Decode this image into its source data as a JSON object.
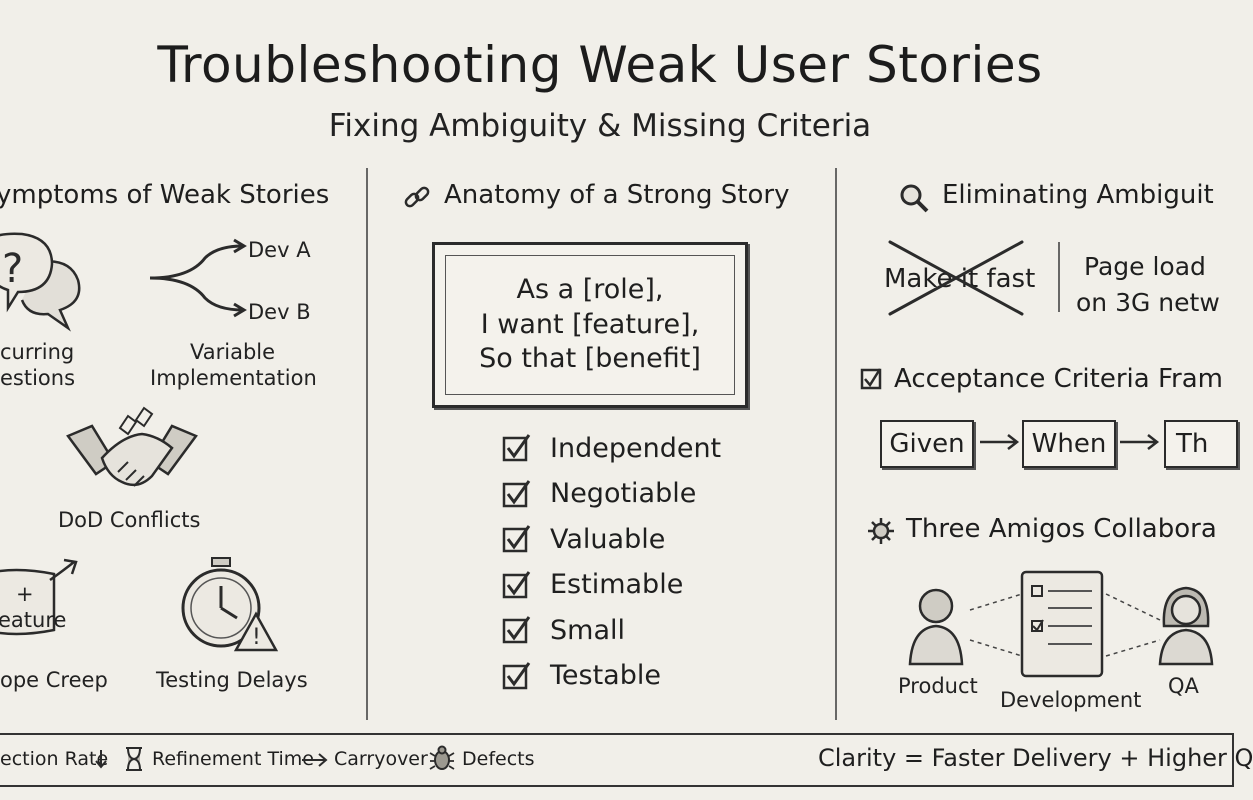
{
  "header": {
    "title": "Troubleshooting Weak User Stories",
    "subtitle": "Fixing Ambiguity & Missing Criteria"
  },
  "symptoms": {
    "heading": "ymptoms of Weak Stories",
    "questions_label_1": "curring",
    "questions_label_2": "estions",
    "dev_a": "Dev A",
    "dev_b": "Dev B",
    "variable_label_1": "Variable",
    "variable_label_2": "Implementation",
    "dod_label": "DoD Conflicts",
    "scope_plus": "+",
    "scope_feature": "eature",
    "scope_label": "ope Creep",
    "testing_label": "Testing Delays"
  },
  "anatomy": {
    "heading": "Anatomy of a Strong Story",
    "story_lines": [
      "As a [role],",
      "I want [feature],",
      "So that [benefit]"
    ],
    "invest": [
      "Independent",
      "Negotiable",
      "Valuable",
      "Estimable",
      "Small",
      "Testable"
    ]
  },
  "ambiguity": {
    "heading": "Eliminating Ambiguit",
    "bad_example": "Make it fast",
    "good_example_1": "Page load",
    "good_example_2": "on 3G netw",
    "ac_heading": "Acceptance Criteria Fram",
    "flow": [
      "Given",
      "When",
      "Th"
    ],
    "amigos_heading": "Three Amigos Collabora",
    "roles": [
      "Product",
      "Development",
      "QA"
    ]
  },
  "footer": {
    "metric_1": "ection Rate",
    "metric_2": "Refinement Time",
    "metric_3": "Carryover",
    "metric_4": "Defects",
    "tagline": "Clarity = Faster Delivery + Higher Q"
  }
}
